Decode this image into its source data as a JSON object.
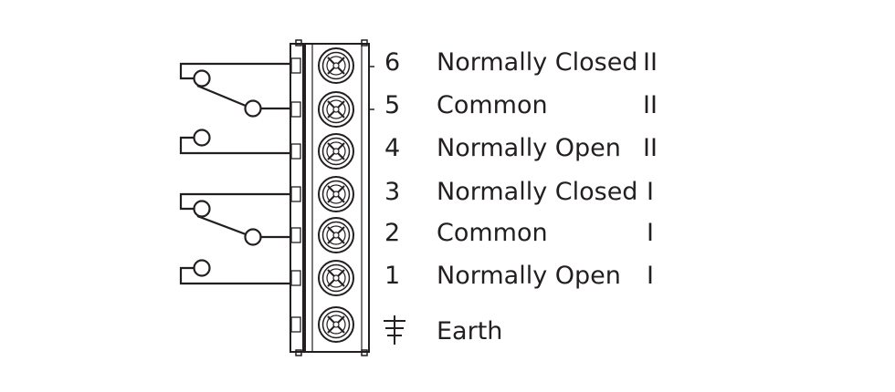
{
  "terminals": [
    {
      "number": "6",
      "name": "Normally Closed",
      "group": "II"
    },
    {
      "number": "5",
      "name": "Common",
      "group": "II"
    },
    {
      "number": "4",
      "name": "Normally Open",
      "group": "II"
    },
    {
      "number": "3",
      "name": "Normally Closed",
      "group": "I"
    },
    {
      "number": "2",
      "name": "Common",
      "group": "I"
    },
    {
      "number": "1",
      "name": "Normally Open",
      "group": "I"
    }
  ],
  "earth": {
    "label": "Earth",
    "icon": "earth-ground-icon"
  },
  "colors": {
    "line": "#231f20",
    "background": "#ffffff"
  }
}
